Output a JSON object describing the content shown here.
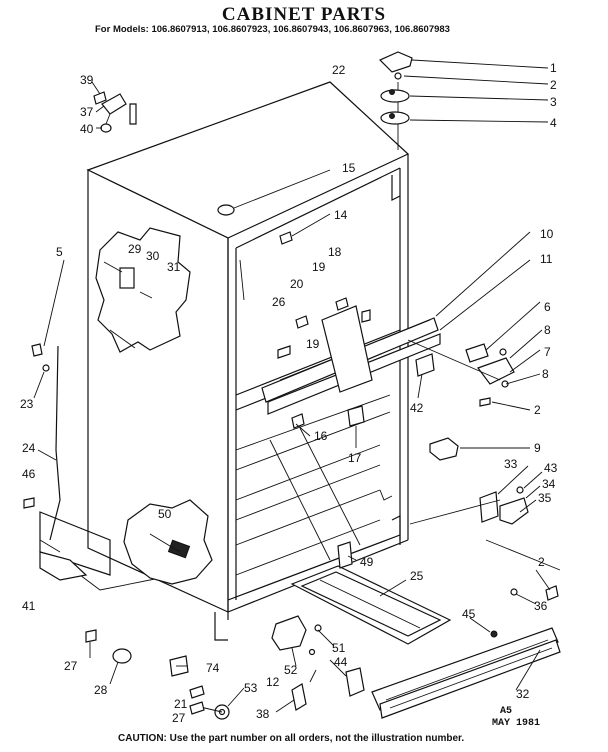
{
  "title": "CABINET PARTS",
  "models_line": "For Models: 106.8607913, 106.8607923, 106.8607943, 106.8607963, 106.8607983",
  "caution": "CAUTION: Use the part number on all orders, not the illustration number.",
  "stamp_line1": "A5",
  "stamp_line2": "MAY 1981",
  "callouts": [
    "1",
    "2",
    "3",
    "4",
    "22",
    "39",
    "37",
    "40",
    "15",
    "14",
    "10",
    "11",
    "5",
    "29",
    "30",
    "31",
    "18",
    "19",
    "20",
    "26",
    "19",
    "6",
    "8",
    "7",
    "8",
    "23",
    "42",
    "2",
    "16",
    "17",
    "9",
    "24",
    "46",
    "33",
    "43",
    "34",
    "35",
    "50",
    "49",
    "25",
    "41",
    "2",
    "36",
    "45",
    "27",
    "28",
    "74",
    "51",
    "52",
    "12",
    "44",
    "21",
    "27",
    "53",
    "38",
    "32"
  ]
}
